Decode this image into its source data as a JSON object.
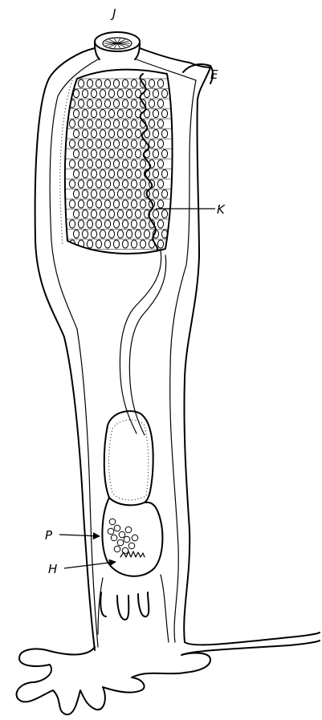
{
  "labels": {
    "J": "J",
    "E": "E",
    "K": "K",
    "P": "P",
    "H": "H"
  },
  "colors": {
    "ink": "#000000",
    "background": "#ffffff"
  }
}
